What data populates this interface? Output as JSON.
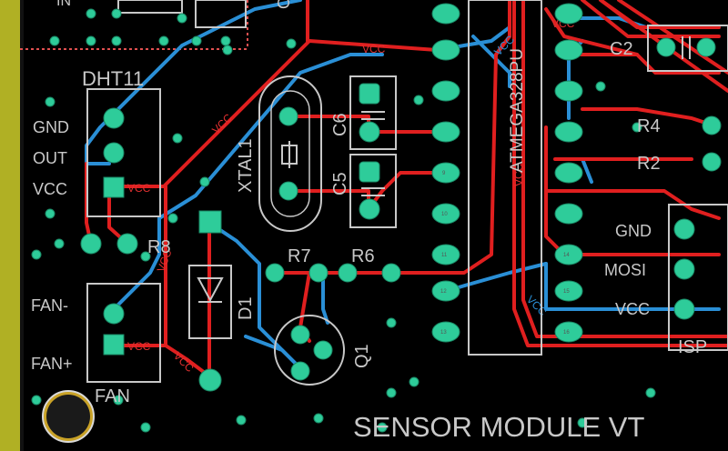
{
  "colors": {
    "background": "#000000",
    "top_copper": "#e01f1f",
    "bottom_copper": "#2a8fd6",
    "pad": "#2ecc9a",
    "silkscreen": "#c8c8c8",
    "outline": "#e05050"
  },
  "labels": {
    "dht11": "DHT11",
    "gnd": "GND",
    "out": "OUT",
    "vcc": "VCC",
    "r8": "R8",
    "fan_minus": "FAN-",
    "fan_plus": "FAN+",
    "fan": "FAN",
    "xtal1": "XTAL1",
    "c6": "C6",
    "c5": "C5",
    "r7": "R7",
    "r6": "R6",
    "d1": "D1",
    "q1": "Q1",
    "mcu": "ATMEGA328PU",
    "c2": "C2",
    "r4": "R4",
    "r2": "R2",
    "isp_gnd": "GND",
    "isp_mosi": "MOSI",
    "isp_vcc": "VCC",
    "isp": "ISP",
    "title": "SENSOR MODULE VT",
    "top_left_partial": "IN",
    "top_partial": "C"
  },
  "nets": {
    "vcc": "VCC"
  },
  "pin_numbers": [
    "9",
    "10",
    "11",
    "12",
    "13",
    "14",
    "15",
    "16"
  ]
}
